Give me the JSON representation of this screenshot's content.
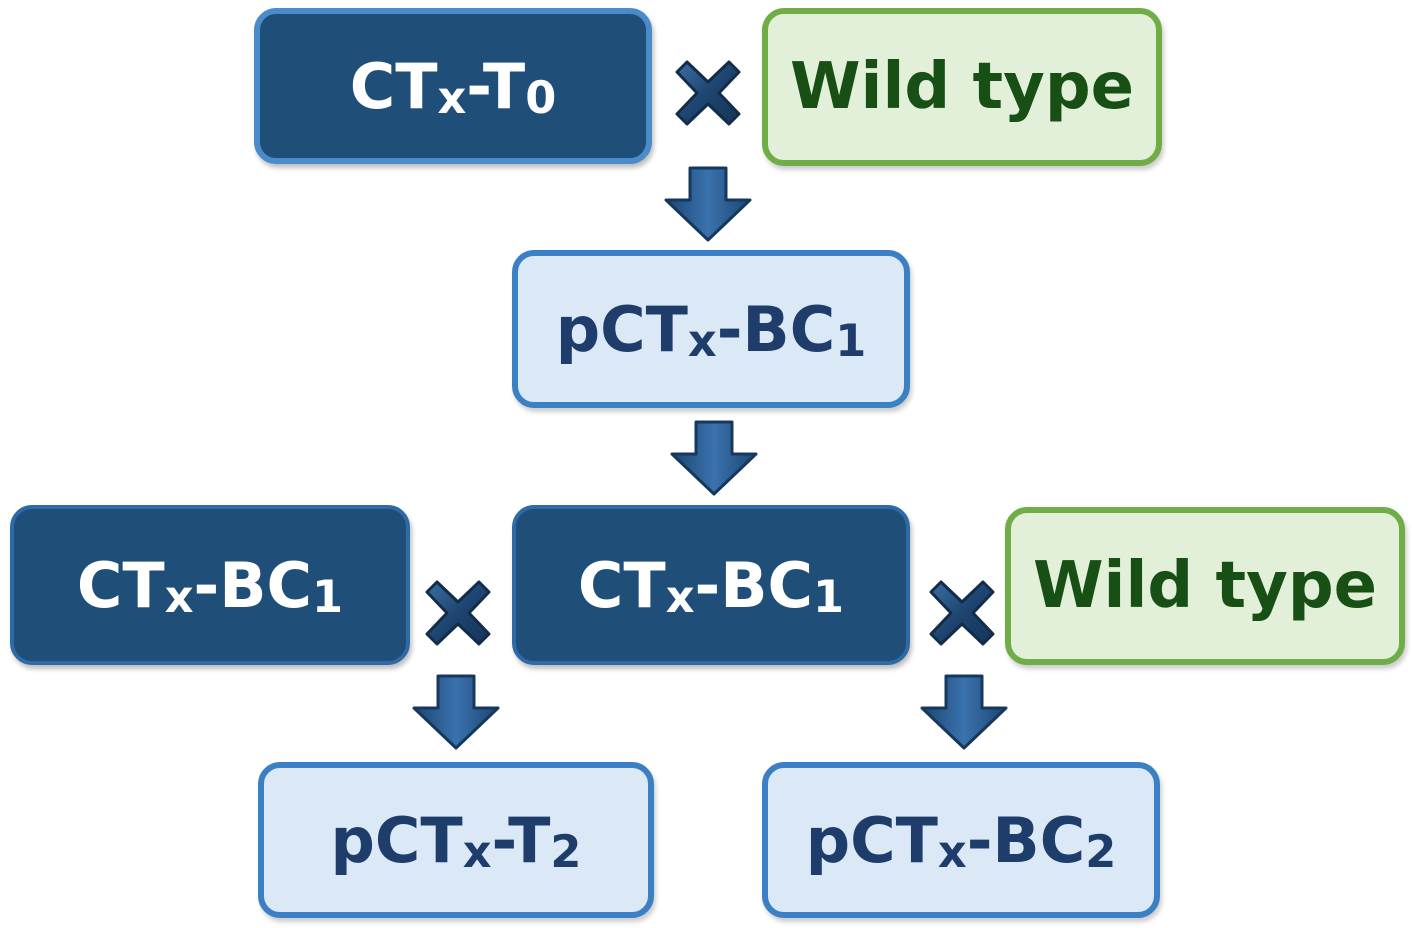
{
  "nodes": {
    "ctx_t0": {
      "main": "CT",
      "sub1": "x",
      "mid": "-T",
      "sub2": "0"
    },
    "wild_type_top": {
      "text": "Wild type"
    },
    "pctx_bc1": {
      "pre": "pCT",
      "sub1": "x",
      "mid": "-BC",
      "sub2": "1"
    },
    "ctx_bc1_left": {
      "main": "CT",
      "sub1": "x",
      "mid": "-BC",
      "sub2": "1"
    },
    "ctx_bc1_center": {
      "main": "CT",
      "sub1": "x",
      "mid": "-BC",
      "sub2": "1"
    },
    "wild_type_right": {
      "text": "Wild type"
    },
    "pctx_t2": {
      "pre": "pCT",
      "sub1": "x",
      "mid": "-T",
      "sub2": "2"
    },
    "pctx_bc2": {
      "pre": "pCT",
      "sub1": "x",
      "mid": "-BC",
      "sub2": "2"
    }
  },
  "icons": {
    "cross": "cross-icon",
    "arrow": "down-arrow-icon"
  },
  "colors": {
    "dark_fill": "#1f4e79",
    "dark_border": "#4a8cc9",
    "light_fill": "#dbe9f7",
    "light_border": "#3b7fc4",
    "light_text": "#1f3d6b",
    "green_fill": "#e2f0d9",
    "green_border": "#70ad47",
    "green_text": "#174f14",
    "arrow_fill": "#2a5a8c",
    "cross_fill": "#234b78"
  }
}
